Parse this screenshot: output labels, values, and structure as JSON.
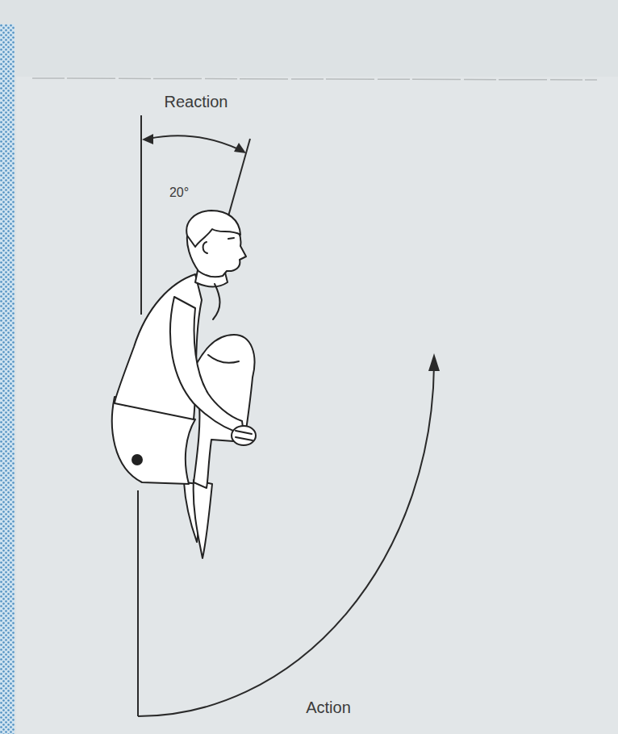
{
  "diagram": {
    "labels": [
      "Reaction",
      "20°",
      "Action"
    ]
  }
}
